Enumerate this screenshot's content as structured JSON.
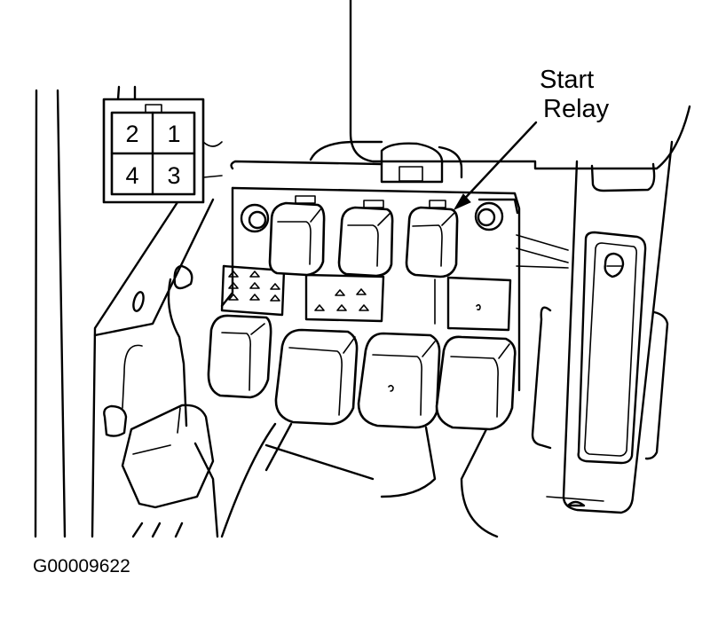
{
  "diagram": {
    "type": "component-location",
    "subject": "relay block",
    "callouts": [
      {
        "id": "start-relay",
        "line1": "Start",
        "line2": "Relay",
        "points_to": "third relay, top row of relay block"
      }
    ],
    "connector_inset": {
      "pins": [
        {
          "label": "2",
          "position": "top-left"
        },
        {
          "label": "1",
          "position": "top-right"
        },
        {
          "label": "4",
          "position": "bottom-left"
        },
        {
          "label": "3",
          "position": "bottom-right"
        }
      ]
    },
    "figure_id": "G00009622",
    "colors": {
      "ink": "#000000",
      "paper": "#ffffff"
    }
  }
}
